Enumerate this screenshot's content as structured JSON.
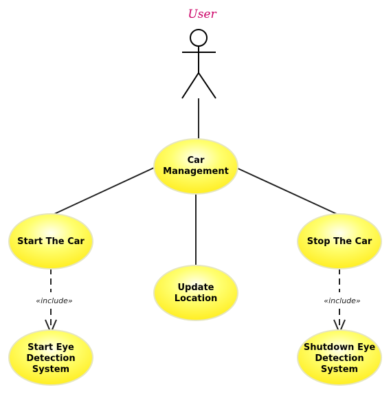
{
  "actor": {
    "label": "User"
  },
  "usecases": {
    "car_management": {
      "line1": "Car",
      "line2": "Management"
    },
    "start_car": {
      "line1": "Start The Car"
    },
    "update_location": {
      "line1": "Update",
      "line2": "Location"
    },
    "stop_car": {
      "line1": "Stop The Car"
    },
    "start_eye": {
      "line1": "Start Eye",
      "line2": "Detection",
      "line3": "System"
    },
    "shutdown_eye": {
      "line1": "Shutdown Eye",
      "line2": "Detection",
      "line3": "System"
    }
  },
  "relations": {
    "include_left": "«include»",
    "include_right": "«include»"
  },
  "colors": {
    "usecase_fill": "#ffff66",
    "usecase_stroke": "#e8e8b0",
    "line": "#222222",
    "actor_label": "#cc0066"
  }
}
